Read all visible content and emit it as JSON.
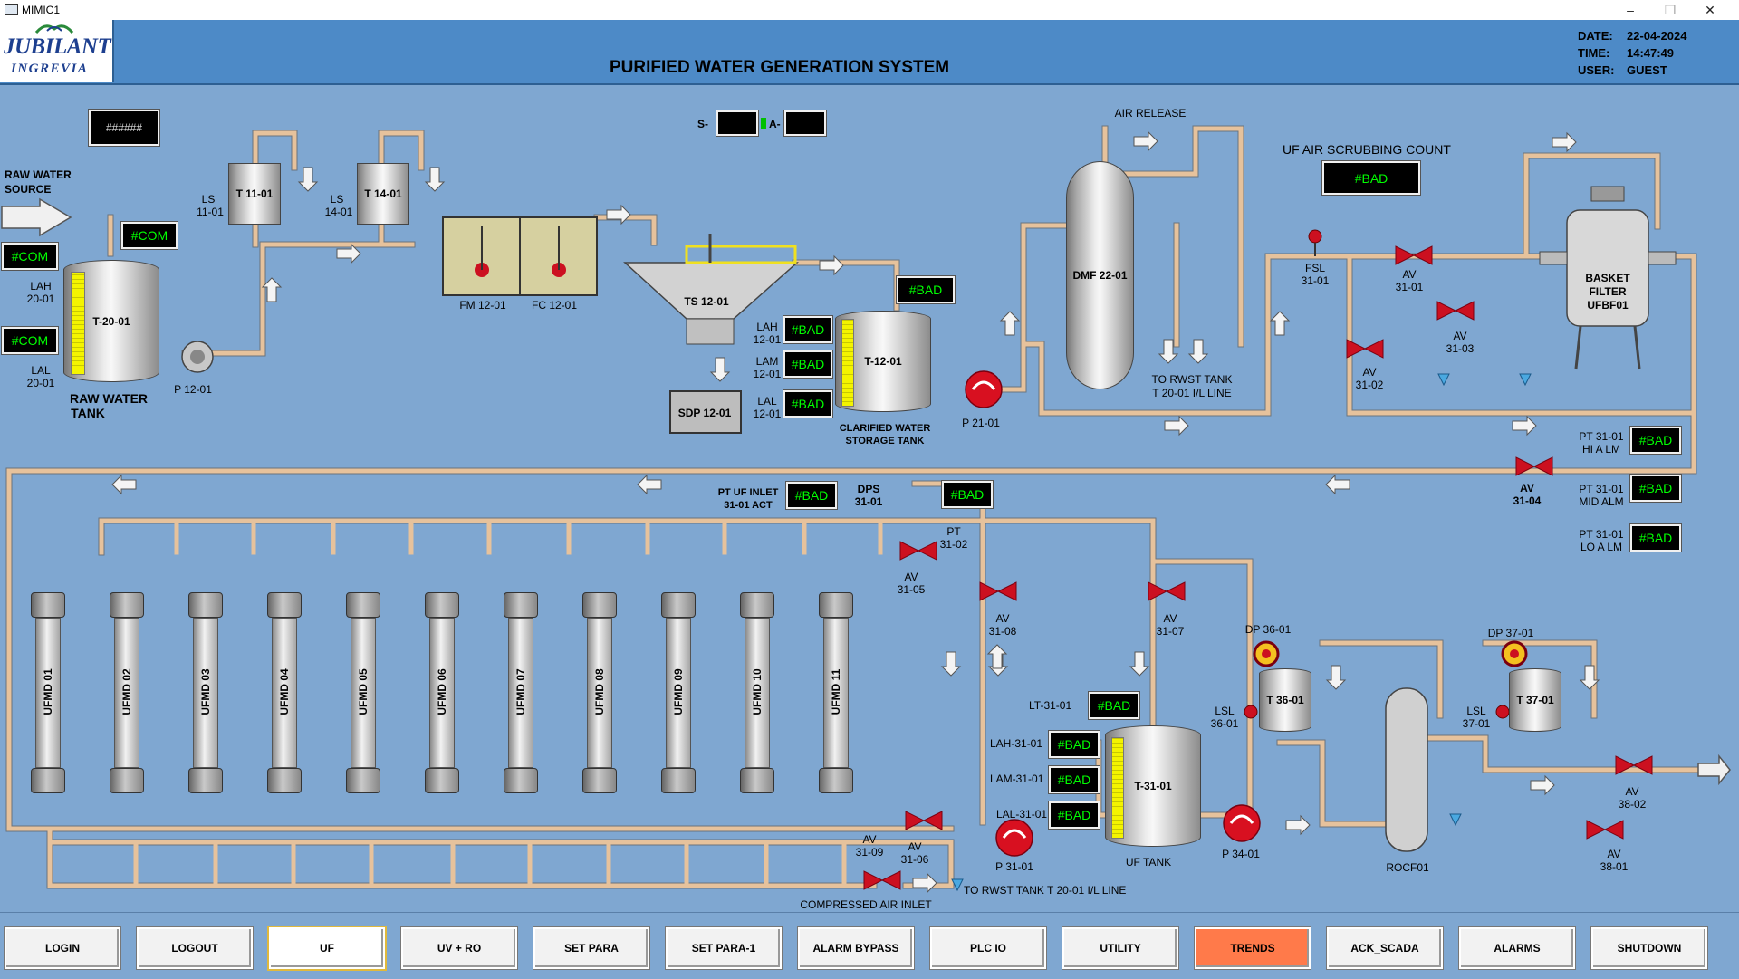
{
  "window": {
    "title": "MIMIC1"
  },
  "logo": {
    "line1": "JUBILANT",
    "line2": "INGREVIA"
  },
  "header": {
    "title": "PURIFIED WATER GENERATION SYSTEM",
    "date_label": "DATE:",
    "date": "22-04-2024",
    "time_label": "TIME:",
    "time": "14:47:49",
    "user_label": "USER:",
    "user": "GUEST"
  },
  "colors": {
    "background": "#7fa7d1",
    "header": "#4d8ac7",
    "pipe": "#e6c29c",
    "display_text": "#00ff00",
    "valve": "#cc1020",
    "trends_button": "#ff7a4a"
  },
  "raw_water": {
    "source_line1": "RAW WATER",
    "source_line2": "SOURCE",
    "tank": "T-20-01",
    "tank_line1": "RAW WATER",
    "tank_line2": "TANK",
    "com1": "#COM",
    "com2": "#COM",
    "com3": "#COM",
    "lah": "LAH",
    "lah_id": "20-01",
    "lal": "LAL",
    "lal_id": "20-01",
    "pump": "P 12-01",
    "masked_display": "######"
  },
  "dosing": {
    "t1101": "T 11-01",
    "ls1101_a": "LS",
    "ls1101_b": "11-01",
    "t1401": "T 14-01",
    "ls1401_a": "LS",
    "ls1401_b": "14-01",
    "fm": "FM 12-01",
    "fc": "FC 12-01"
  },
  "settler": {
    "s_label": "S-",
    "a_label": "A-",
    "ts": "TS 12-01",
    "sdp": "SDP 12-01",
    "lah": "LAH",
    "lah_id": "12-01",
    "lam": "LAM",
    "lam_id": "12-01",
    "lal": "LAL",
    "lal_id": "12-01",
    "bad1": "#BAD",
    "bad2": "#BAD",
    "bad3": "#BAD",
    "bad4": "#BAD",
    "t1201": "T-12-01",
    "clar1": "CLARIFIED WATER",
    "clar2": "STORAGE TANK",
    "pump": "P 21-01"
  },
  "dmf": {
    "tank": "DMF 22-01",
    "air_release": "AIR RELEASE",
    "rwst1": "TO RWST TANK",
    "rwst2": "T 20-01 I/L LINE"
  },
  "uf_air": {
    "title": "UF AIR SCRUBBING COUNT",
    "count": "#BAD",
    "fsl": "FSL",
    "fsl_id": "31-01",
    "av3101": "AV",
    "av3101_id": "31-01",
    "av3102": "AV",
    "av3102_id": "31-02",
    "av3103": "AV",
    "av3103_id": "31-03",
    "filter1": "BASKET",
    "filter2": "FILTER",
    "filter3": "UFBF01"
  },
  "pt3101": {
    "hi_label1": "PT 31-01",
    "hi_label2": "HI A LM",
    "hi": "#BAD",
    "mid_label1": "PT 31-01",
    "mid_label2": "MID ALM",
    "mid": "#BAD",
    "lo_label1": "PT 31-01",
    "lo_label2": "LO A LM",
    "lo": "#BAD",
    "av3104": "AV",
    "av3104_id": "31-04"
  },
  "uf_inlet": {
    "label1": "PT UF INLET",
    "label2": "31-01 ACT",
    "value": "#BAD",
    "dps": "DPS",
    "dps_id": "31-01",
    "dps_value": "#BAD",
    "pt": "PT",
    "pt_id": "31-02"
  },
  "ufmd_modules": [
    "UFMD 01",
    "UFMD 02",
    "UFMD 03",
    "UFMD 04",
    "UFMD 05",
    "UFMD 06",
    "UFMD 07",
    "UFMD 08",
    "UFMD 09",
    "UFMD 10",
    "UFMD 11"
  ],
  "uf_valves": {
    "av3105": "AV",
    "av3105_id": "31-05",
    "av3106": "AV",
    "av3106_id": "31-06",
    "av3107": "AV",
    "av3107_id": "31-07",
    "av3108": "AV",
    "av3108_id": "31-08",
    "av3109": "AV",
    "av3109_id": "31-09",
    "rwst": "TO RWST TANK T 20-01 I/L LINE",
    "air_inlet": "COMPRESSED AIR INLET"
  },
  "uf_tank": {
    "tank": "T-31-01",
    "label": "UF TANK",
    "lt": "LT-31-01",
    "lt_value": "#BAD",
    "lah": "LAH-31-01",
    "lah_value": "#BAD",
    "lam": "LAM-31-01",
    "lam_value": "#BAD",
    "lal": "LAL-31-01",
    "lal_value": "#BAD",
    "p3101": "P 31-01",
    "p3401": "P 34-01"
  },
  "dosing2": {
    "dp3601": "DP 36-01",
    "t3601": "T 36-01",
    "lsl3601": "LSL",
    "lsl3601_id": "36-01",
    "dp3701": "DP 37-01",
    "t3701": "T 37-01",
    "lsl3701": "LSL",
    "lsl3701_id": "37-01",
    "rocf": "ROCF01",
    "av3802": "AV",
    "av3802_id": "38-02",
    "av3801": "AV",
    "av3801_id": "38-01"
  },
  "nav": [
    "LOGIN",
    "LOGOUT",
    "UF",
    "UV + RO",
    "SET PARA",
    "SET PARA-1",
    "ALARM BYPASS",
    "PLC IO",
    "UTILITY",
    "TRENDS",
    "ACK_SCADA",
    "ALARMS",
    "SHUTDOWN"
  ]
}
